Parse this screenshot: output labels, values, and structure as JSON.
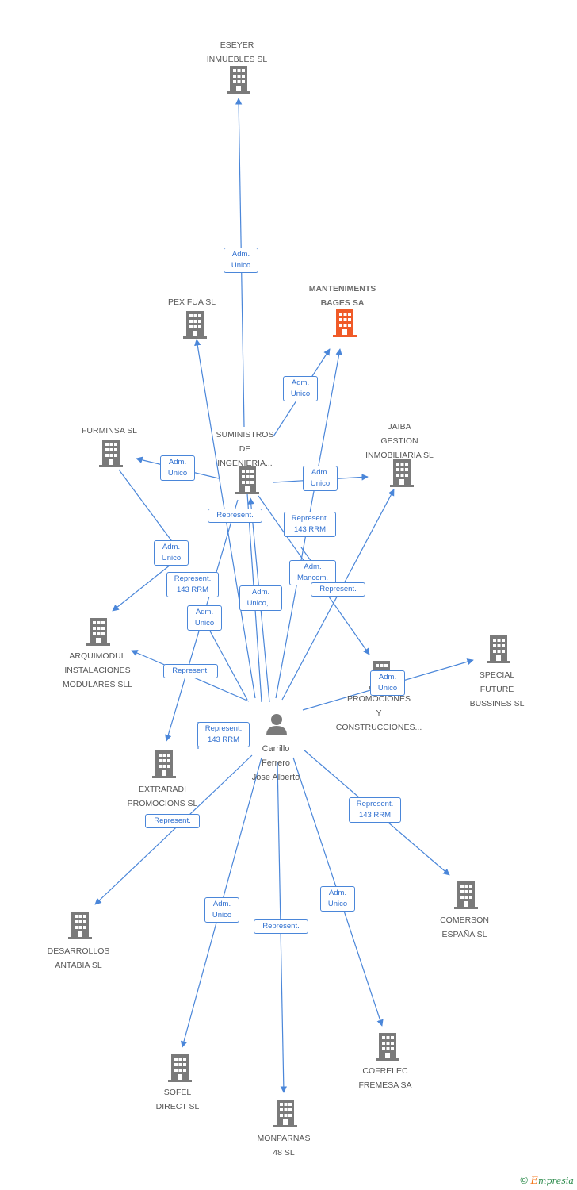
{
  "nodes": {
    "eseyer": {
      "label": "ESEYER\nINMUEBLES SL",
      "color": "#7a7a7a"
    },
    "manteniments": {
      "label": "MANTENIMENTS\nBAGES SA",
      "color": "#f05a28"
    },
    "pexfua": {
      "label": "PEX FUA SL",
      "color": "#7a7a7a"
    },
    "furminsa": {
      "label": "FURMINSA SL",
      "color": "#7a7a7a"
    },
    "suministros": {
      "label": "SUMINISTROS\nDE\nINGENIERIA...",
      "color": "#7a7a7a"
    },
    "jaiba": {
      "label": "JAIBA\nGESTION\nINMOBILIARIA SL",
      "color": "#7a7a7a"
    },
    "arquimodul": {
      "label": "ARQUIMODUL\nINSTALACIONES\nMODULARES SLL",
      "color": "#7a7a7a"
    },
    "special": {
      "label": "SPECIAL\nFUTURE\nBUSSINES SL",
      "color": "#7a7a7a"
    },
    "promociones": {
      "label": "PROMOCIONES\nY\nCONSTRUCCIONES...",
      "color": "#7a7a7a"
    },
    "person": {
      "label": "Carrillo\nFerrero\nJose Alberto",
      "color": "#7a7a7a"
    },
    "extraradi": {
      "label": "EXTRARADI\nPROMOCIONS SL",
      "color": "#7a7a7a"
    },
    "desarrollos": {
      "label": "DESARROLLOS\nANTABIA SL",
      "color": "#7a7a7a"
    },
    "comerson": {
      "label": "COMERSON\nESPAÑA SL",
      "color": "#7a7a7a"
    },
    "sofel": {
      "label": "SOFEL\nDIRECT SL",
      "color": "#7a7a7a"
    },
    "cofrelec": {
      "label": "COFRELEC\nFREMESA SA",
      "color": "#7a7a7a"
    },
    "monparnas": {
      "label": "MONPARNAS\n48 SL",
      "color": "#7a7a7a"
    }
  },
  "edge_labels": {
    "adm_eseyer": "Adm.\nUnico",
    "adm_manteniments": "Adm.\nUnico",
    "adm_furminsa": "Adm.\nUnico",
    "adm_jaiba": "Adm.\nUnico",
    "rep_suministros": "Represent.",
    "rep143_a": "Represent.\n143 RRM",
    "adm_arquimodul": "Adm.\nUnico",
    "rep143_b": "Represent.\n143 RRM",
    "adm_mancom": "Adm.\nMancom.",
    "rep_promociones": "Represent.",
    "adm_unico_multi": "Adm.\nUnico,...",
    "adm_pexfua": "Adm.\nUnico",
    "rep_arquimodul": "Represent.",
    "adm_special": "Adm.\nUnico",
    "rep143_extraradi": "Represent.\n143 RRM",
    "rep_desarrollos": "Represent.",
    "rep143_comerson": "Represent.\n143 RRM",
    "adm_sofel": "Adm.\nUnico",
    "rep_monparnas": "Represent.",
    "adm_cofrelec": "Adm.\nUnico"
  },
  "colors": {
    "edge": "#4a86d9",
    "building": "#7a7a7a",
    "highlight": "#f05a28"
  },
  "footer": {
    "copyright": "©",
    "brand_initial": "E",
    "brand_rest": "mpresia"
  }
}
